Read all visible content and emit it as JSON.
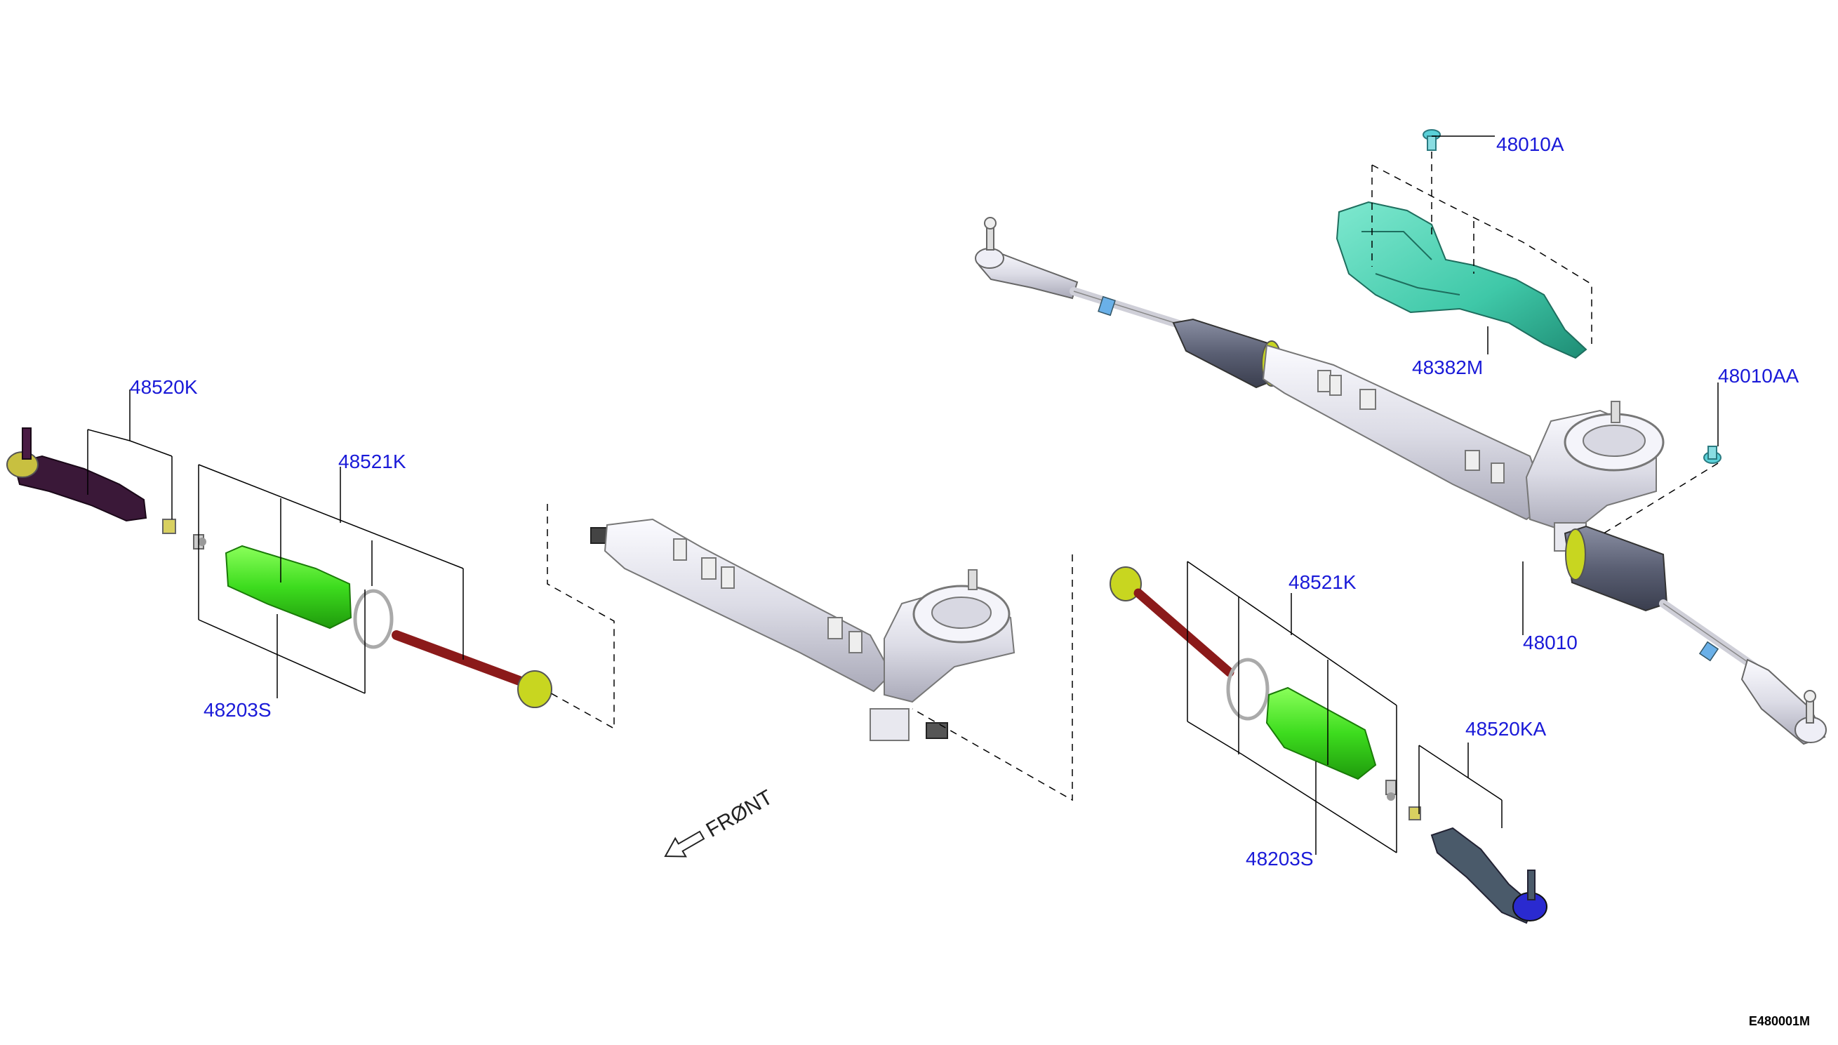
{
  "diagram": {
    "code": "E480001M",
    "front_label": "FRØNT",
    "colors": {
      "callout": "#1a1ad8",
      "rack": "#e6e6ee",
      "boot_dark": "#5a5f73",
      "boot_green": "#3ddc1e",
      "inner_tie_rod": "#8b1a1a",
      "tie_rod_end_left": "#3a1838",
      "tie_rod_end_right": "#4a5a6a",
      "insulator": "#3fc8a8",
      "bolt": "#5ad0d8",
      "yellow_joint": "#c8d620",
      "blue_ball": "#2a2ad0"
    },
    "callouts": [
      {
        "id": "48010A",
        "label": "48010A"
      },
      {
        "id": "48382M",
        "label": "48382M"
      },
      {
        "id": "48010AA",
        "label": "48010AA"
      },
      {
        "id": "48010",
        "label": "48010"
      },
      {
        "id": "48520K",
        "label": "48520K"
      },
      {
        "id": "48521K-left",
        "label": "48521K"
      },
      {
        "id": "48203S-left",
        "label": "48203S"
      },
      {
        "id": "48521K-right",
        "label": "48521K"
      },
      {
        "id": "48203S-right",
        "label": "48203S"
      },
      {
        "id": "48520KA",
        "label": "48520KA"
      }
    ]
  }
}
